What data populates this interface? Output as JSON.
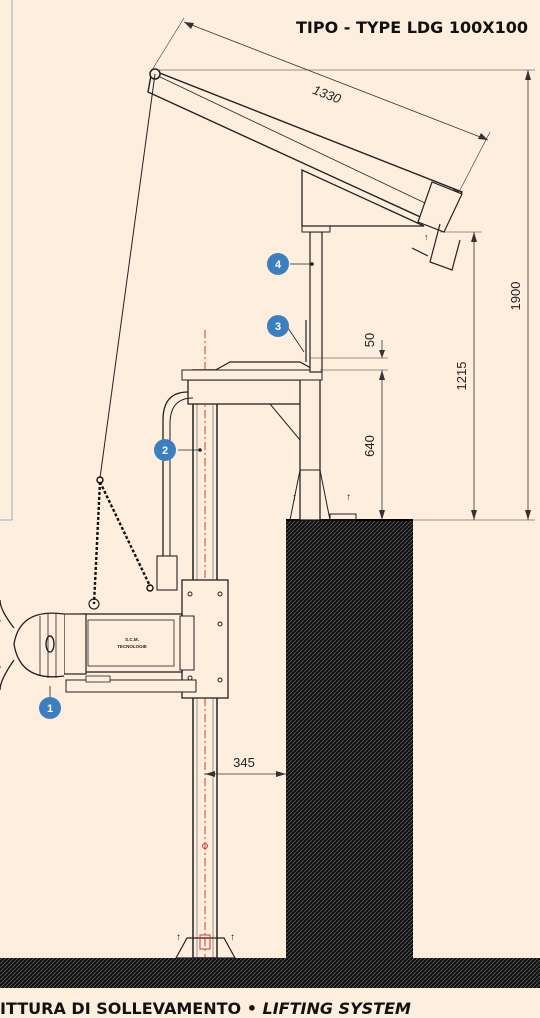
{
  "title": "TIPO - TYPE LDG 100X100",
  "footer": {
    "text_it": "ITTURA DI SOLLEVAMENTO",
    "separator": "•",
    "text_en": "LIFTING SYSTEM"
  },
  "dimensions": {
    "boom_length": "1330",
    "total_height": "1900",
    "arm_height": "1215",
    "base_height": "640",
    "gap": "50",
    "offset": "345"
  },
  "badges": [
    "1",
    "2",
    "3",
    "4"
  ],
  "motor_label": {
    "line1": "S.C.M.",
    "line2": "TECNOLOGIE"
  },
  "colors": {
    "background": "#fdeede",
    "badge": "#3c7fc0",
    "axis": "#e0332a",
    "ground": "#111111"
  }
}
